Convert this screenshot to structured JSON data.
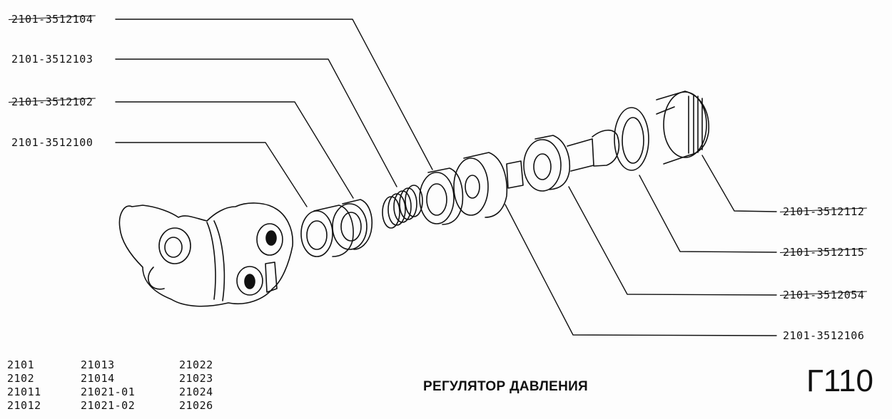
{
  "diagram": {
    "title": "РЕГУЛЯТОР ДАВЛЕНИЯ",
    "sheet_code": "Г110",
    "part_labels_left": [
      {
        "number": "2101-3512104",
        "struck": true
      },
      {
        "number": "2101-3512103",
        "struck": false
      },
      {
        "number": "2101-3512102",
        "struck": true
      },
      {
        "number": "2101-3512100",
        "struck": false
      }
    ],
    "part_labels_right": [
      {
        "number": "2101-3512112",
        "struck": true
      },
      {
        "number": "2101-3512115",
        "struck": true
      },
      {
        "number": "2101-3512054",
        "struck": true
      },
      {
        "number": "2101-3512106",
        "struck": false
      }
    ],
    "applicable_models": [
      "2101",
      "21013",
      "21022",
      "2102",
      "21014",
      "21023",
      "21011",
      "21021-01",
      "21024",
      "21012",
      "21021-02",
      "21026"
    ],
    "colors": {
      "ink": "#111111",
      "paper": "#fdfdfd"
    }
  }
}
